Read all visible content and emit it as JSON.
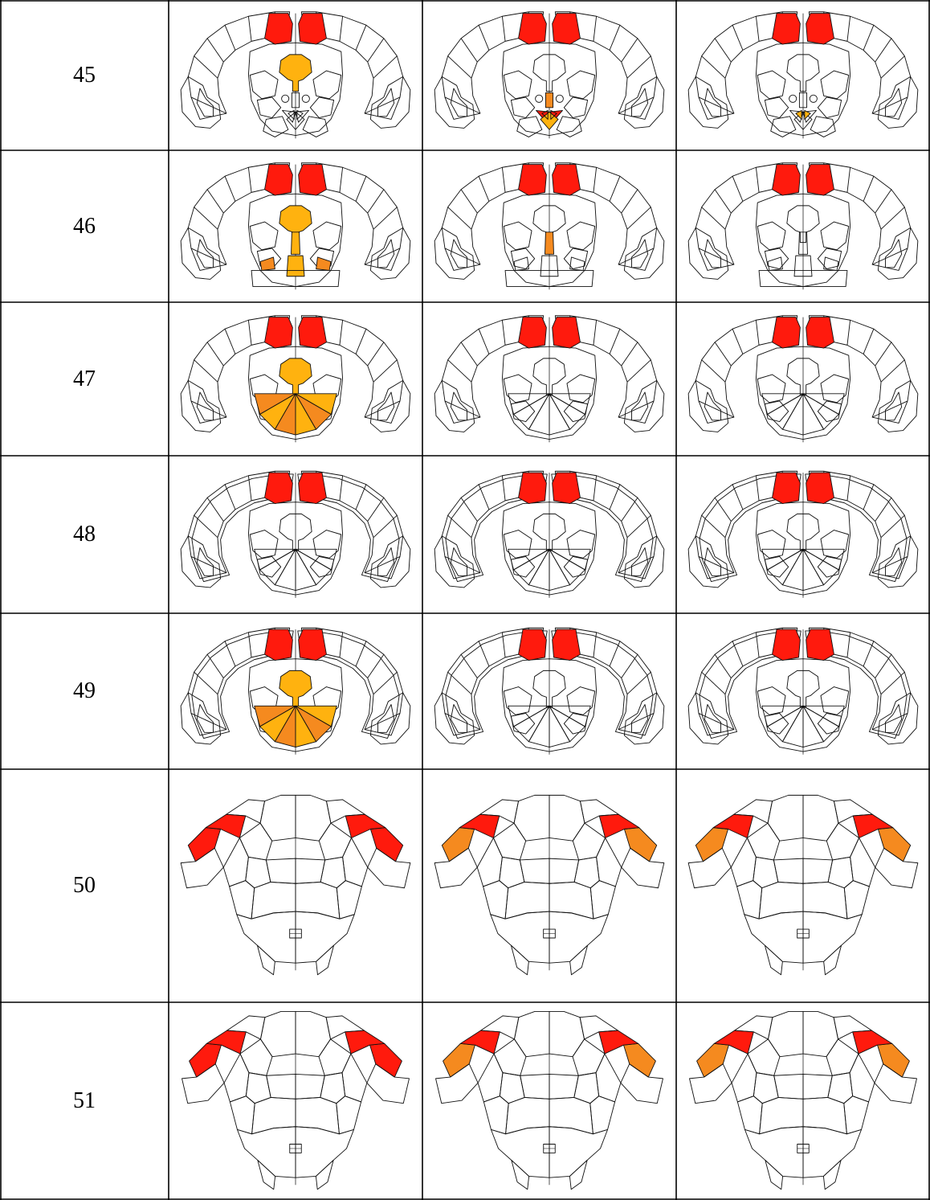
{
  "colors": {
    "red": "#ff1a0d",
    "orange": "#f58a1f",
    "yellow": "#ffb20f",
    "line": "#111111"
  },
  "rows": [
    {
      "label": "45",
      "drawing": "A",
      "panels": [
        {
          "marks": [
            "top-red",
            "center-yellow"
          ]
        },
        {
          "marks": [
            "top-red",
            "center-stem-orange",
            "bottom-red",
            "bottom-orange"
          ]
        },
        {
          "marks": [
            "top-red",
            "bottom-orange-small"
          ]
        }
      ]
    },
    {
      "label": "46",
      "drawing": "B",
      "panels": [
        {
          "marks": [
            "top-red",
            "center-yellow",
            "bottom-yellow",
            "side-orange"
          ]
        },
        {
          "marks": [
            "top-red",
            "stem-orange"
          ]
        },
        {
          "marks": [
            "top-red"
          ]
        }
      ]
    },
    {
      "label": "47",
      "drawing": "C",
      "panels": [
        {
          "marks": [
            "top-red",
            "center-yellow",
            "fan-orange"
          ]
        },
        {
          "marks": [
            "top-red"
          ]
        },
        {
          "marks": [
            "top-red"
          ]
        }
      ]
    },
    {
      "label": "48",
      "drawing": "D",
      "panels": [
        {
          "marks": [
            "top-red"
          ]
        },
        {
          "marks": [
            "top-red"
          ]
        },
        {
          "marks": [
            "top-red"
          ]
        }
      ]
    },
    {
      "label": "49",
      "drawing": "E",
      "panels": [
        {
          "marks": [
            "top-red",
            "center-yellow",
            "fan-orange"
          ]
        },
        {
          "marks": [
            "top-red"
          ]
        },
        {
          "marks": [
            "top-red"
          ]
        }
      ]
    },
    {
      "label": "50",
      "drawing": "F",
      "panels": [
        {
          "marks": [
            "wing-red",
            "wing-tip-red"
          ]
        },
        {
          "marks": [
            "wing-red",
            "wing-tip-orange"
          ]
        },
        {
          "marks": [
            "wing-red",
            "wing-tip-orange"
          ]
        }
      ]
    },
    {
      "label": "51",
      "drawing": "F",
      "panels": [
        {
          "marks": [
            "wing-red",
            "wing-tip-red"
          ]
        },
        {
          "marks": [
            "wing-red",
            "wing-tip-orange"
          ]
        },
        {
          "marks": [
            "wing-red",
            "wing-tip-orange"
          ]
        }
      ]
    }
  ]
}
